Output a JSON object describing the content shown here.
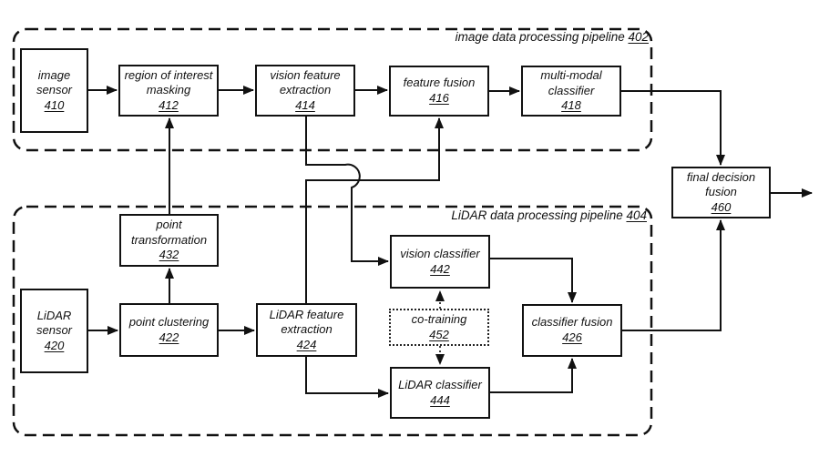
{
  "figure": {
    "background": "#ffffff",
    "line_color": "#111111",
    "pipelines": {
      "image": {
        "label": "image data processing pipeline ",
        "ref": "402"
      },
      "lidar": {
        "label": "LiDAR data processing pipeline ",
        "ref": "404"
      }
    },
    "nodes": {
      "n410": {
        "line1": "image",
        "line2": "sensor",
        "ref": "410"
      },
      "n412": {
        "line1": "region of interest",
        "line2": "masking",
        "ref": "412"
      },
      "n414": {
        "line1": "vision feature",
        "line2": "extraction",
        "ref": "414"
      },
      "n416": {
        "line1": "feature fusion",
        "ref": "416"
      },
      "n418": {
        "line1": "multi-modal",
        "line2": "classifier",
        "ref": "418"
      },
      "n460": {
        "line1": "final decision",
        "line2": "fusion",
        "ref": "460"
      },
      "n432": {
        "line1": "point",
        "line2": "transformation",
        "ref": "432"
      },
      "n420": {
        "line1": "LiDAR",
        "line2": "sensor",
        "ref": "420"
      },
      "n422": {
        "line1": "point clustering",
        "ref": "422"
      },
      "n424": {
        "line1": "LiDAR feature",
        "line2": "extraction",
        "ref": "424"
      },
      "n442": {
        "line1": "vision classifier",
        "ref": "442"
      },
      "n452": {
        "line1": "co-training",
        "ref": "452"
      },
      "n444": {
        "line1": "LiDAR classifier",
        "ref": "444"
      },
      "n426": {
        "line1": "classifier fusion",
        "ref": "426"
      }
    }
  }
}
